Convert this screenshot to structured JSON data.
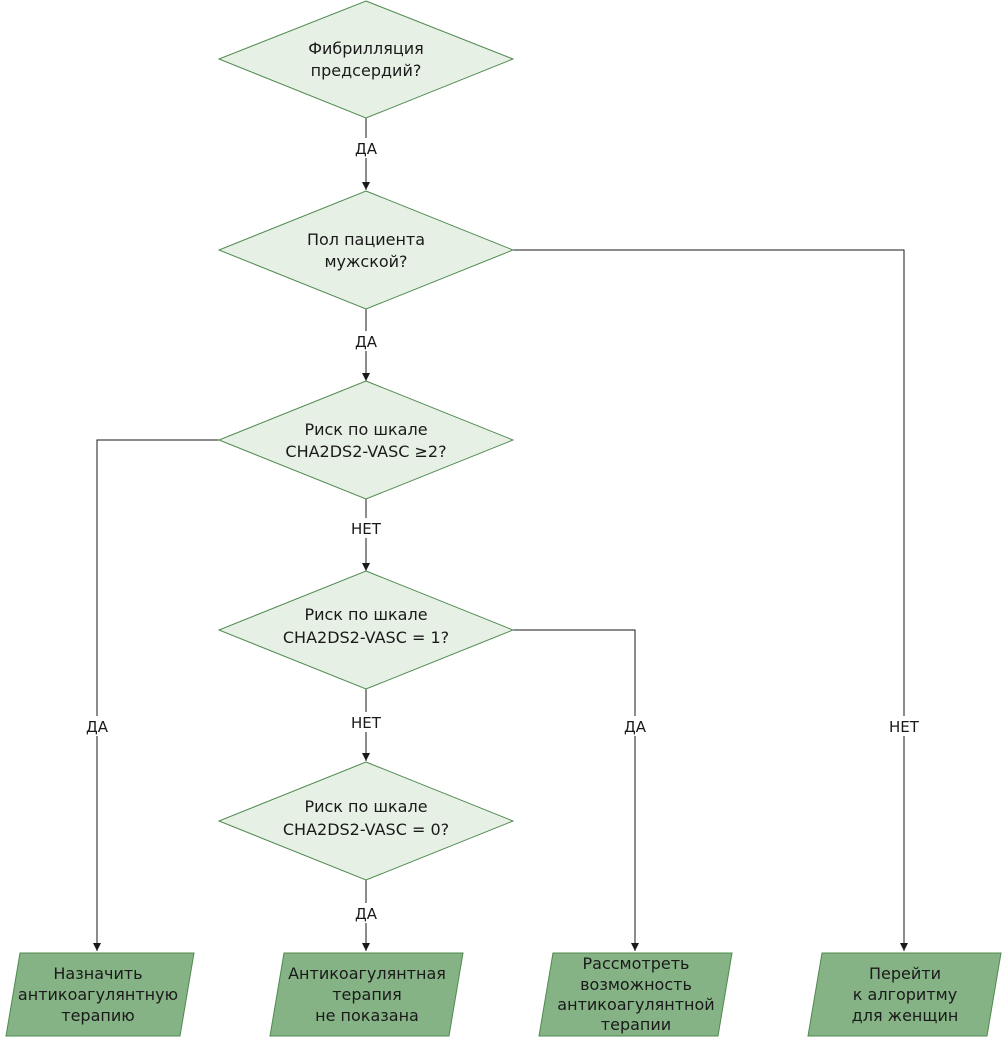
{
  "colors": {
    "decision_fill": "#e6f0e4",
    "terminal_fill": "#86b386",
    "border": "#4f8a4f",
    "line": "#1a1a1a"
  },
  "decisions": {
    "af": {
      "lines": [
        "Фибрилляция",
        "предсердий?"
      ]
    },
    "male": {
      "lines": [
        "Пол пациента",
        "мужской?"
      ]
    },
    "risk2": {
      "lines": [
        "Риск по шкале",
        "CHA2DS2-VASC ≥2?"
      ]
    },
    "risk1": {
      "lines": [
        "Риск по шкале",
        "CHA2DS2-VASC = 1?"
      ]
    },
    "risk0": {
      "lines": [
        "Риск по шкале",
        "CHA2DS2-VASC = 0?"
      ]
    }
  },
  "terminals": {
    "prescribe": {
      "lines": [
        "Назначить",
        "антикоагулянтную",
        "терапию"
      ]
    },
    "not_indicated": {
      "lines": [
        "Антикоагулянтная",
        "терапия",
        "не показана"
      ]
    },
    "consider": {
      "lines": [
        "Рассмотреть",
        "возможность",
        "антикоагулянтной",
        "терапии"
      ]
    },
    "women": {
      "lines": [
        "Перейти",
        "к алгоритму",
        "для женщин"
      ]
    }
  },
  "edges": {
    "af_male": "ДА",
    "male_risk2": "ДА",
    "risk2_risk1": "НЕТ",
    "risk1_risk0": "НЕТ",
    "risk0_not_indicated": "ДА",
    "risk2_prescribe": "ДА",
    "risk1_consider": "ДА",
    "male_women": "НЕТ"
  }
}
